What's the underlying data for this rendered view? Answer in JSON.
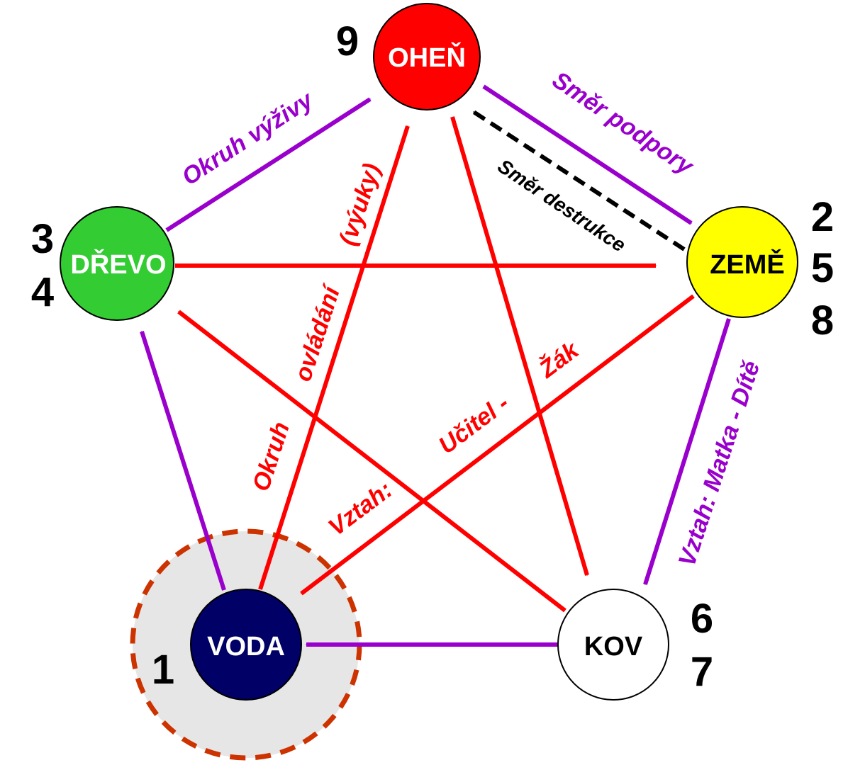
{
  "nodes": {
    "ohen": {
      "label": "OHEŇ",
      "fill": "#ff0000",
      "text_color": "#ffffff",
      "numbers": [
        "9"
      ]
    },
    "zeme": {
      "label": "ZEMĚ",
      "fill": "#ffff00",
      "text_color": "#000000",
      "numbers": [
        "2",
        "5",
        "8"
      ]
    },
    "kov": {
      "label": "KOV",
      "fill": "#ffffff",
      "text_color": "#000000",
      "numbers": [
        "6",
        "7"
      ]
    },
    "voda": {
      "label": "VODA",
      "fill": "#000066",
      "text_color": "#ffffff",
      "numbers": [
        "1"
      ]
    },
    "drevo": {
      "label": "DŘEVO",
      "fill": "#33cc33",
      "text_color": "#ffffff",
      "numbers": [
        "3",
        "4"
      ]
    }
  },
  "labels": {
    "okruh_vyzivy": "Okruh výživy",
    "smer_podpory": "Směr podpory",
    "smer_destrukce": "Směr destrukce",
    "vztah_matka_dite": "Vztah: Matka - Dítě",
    "okruh": "Okruh",
    "ovladani": "ovládání",
    "vyuky": "(výuky)",
    "vztah": "Vztah:",
    "ucitel": "Učitel -",
    "zak": "Žák"
  },
  "colors": {
    "support": "#9900cc",
    "control": "#ff0000",
    "destruction": "#000000",
    "highlight_ring": "#cc3300",
    "highlight_fill": "#e6e6e6"
  }
}
